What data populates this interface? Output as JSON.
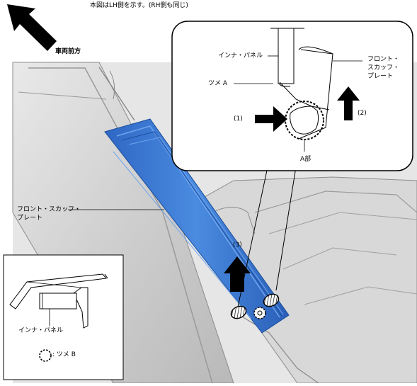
{
  "header": {
    "note": "本図はLH側を示す。(RH側も同じ)"
  },
  "labels": {
    "vehicle_front": "車両前方",
    "inner_panel": "インナ・パネル",
    "claw_a": "ツメ A",
    "front_scuff_plate_line1": "フロント・",
    "front_scuff_plate_line2": "スカッフ・",
    "front_scuff_plate_line3": "プレート",
    "step1": "(1)",
    "step2": "(2)",
    "step3": "(3)",
    "part_a": "A部",
    "main_scuff_plate_line1": "フロント・スカッフ・",
    "main_scuff_plate_line2": "プレート",
    "inset_inner_panel": "インナ・パネル",
    "claw_b": ": ツメ B"
  },
  "colors": {
    "plate_blue": "#3a78d4",
    "plate_blue_dark": "#1f56a8",
    "body_gray": "#d2d2d2",
    "body_gray_dark": "#a8a8a8",
    "arrow": "#000000"
  }
}
